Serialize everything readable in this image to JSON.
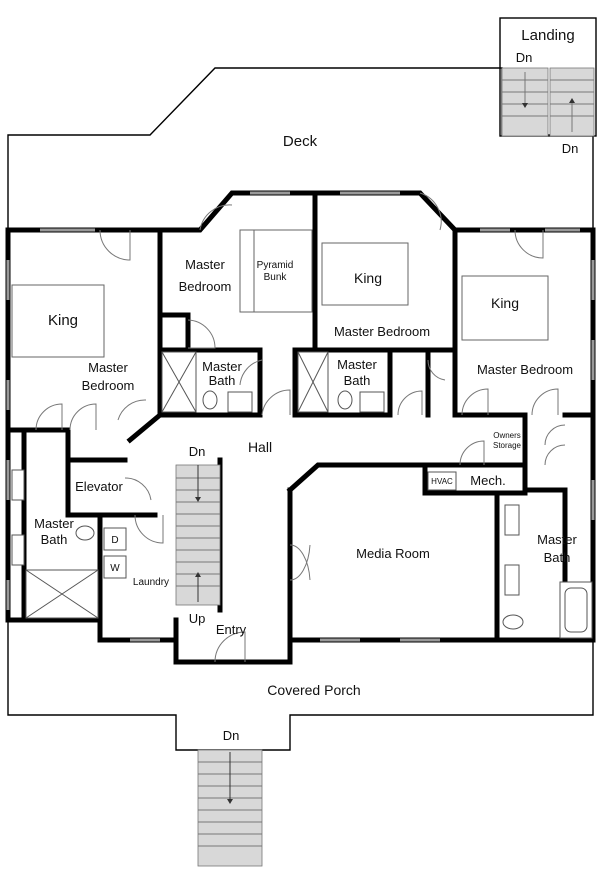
{
  "labels": {
    "deck": "Deck",
    "landing": "Landing",
    "dn_landing_left": "Dn",
    "dn_landing_right": "Dn",
    "pyramid_bunk": "Pyramid\nBunk",
    "master_bedroom_center_top": "Master\nBedroom",
    "king_center": "King",
    "master_bedroom_center": "Master Bedroom",
    "king_right": "King",
    "master_bedroom_right": "Master Bedroom",
    "king_left": "King",
    "master_bedroom_left": "Master\nBedroom",
    "master_bath_a": "Master\nBath",
    "master_bath_b": "Master\nBath",
    "hall": "Hall",
    "dn_hall": "Dn",
    "owners_storage": "Owners\nStorage",
    "hvac": "HVAC",
    "mech": "Mech.",
    "elevator": "Elevator",
    "master_bath_left": "Master\nBath",
    "dryer": "D",
    "washer": "W",
    "laundry": "Laundry",
    "media_room": "Media Room",
    "master_bath_right": "Master\nBath",
    "up": "Up",
    "entry": "Entry",
    "covered_porch": "Covered Porch",
    "dn_bottom": "Dn"
  }
}
